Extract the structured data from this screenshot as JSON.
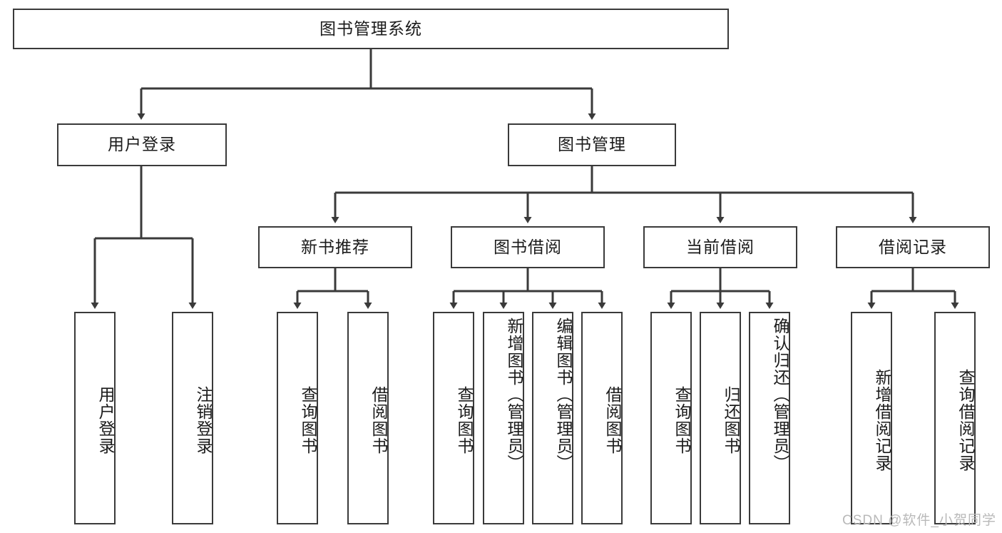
{
  "diagram": {
    "type": "hierarchy-tree",
    "title": "图书管理系统",
    "root": {
      "id": "root",
      "label": "图书管理系统",
      "orientation": "horizontal"
    },
    "level1": [
      {
        "id": "user-login",
        "label": "用户登录",
        "orientation": "horizontal"
      },
      {
        "id": "book-management",
        "label": "图书管理",
        "orientation": "horizontal"
      }
    ],
    "level2": [
      {
        "id": "new-book-recommend",
        "label": "新书推荐",
        "parent": "book-management",
        "orientation": "horizontal"
      },
      {
        "id": "book-borrow",
        "label": "图书借阅",
        "parent": "book-management",
        "orientation": "horizontal"
      },
      {
        "id": "current-borrow",
        "label": "当前借阅",
        "parent": "book-management",
        "orientation": "horizontal"
      },
      {
        "id": "borrow-record",
        "label": "借阅记录",
        "parent": "book-management",
        "orientation": "horizontal"
      }
    ],
    "leaves": [
      {
        "id": "leaf-user-login",
        "label": "用户登录",
        "parent": "user-login",
        "orientation": "vertical"
      },
      {
        "id": "leaf-user-logout",
        "label": "注销登录",
        "parent": "user-login",
        "orientation": "vertical"
      },
      {
        "id": "leaf-query-book-1",
        "label": "查询图书",
        "parent": "new-book-recommend",
        "orientation": "vertical"
      },
      {
        "id": "leaf-borrow-book-1",
        "label": "借阅图书",
        "parent": "new-book-recommend",
        "orientation": "vertical"
      },
      {
        "id": "leaf-query-book-2",
        "label": "查询图书",
        "parent": "book-borrow",
        "orientation": "vertical"
      },
      {
        "id": "leaf-add-book",
        "label": "新增图书（管理员）",
        "parent": "book-borrow",
        "orientation": "vertical"
      },
      {
        "id": "leaf-edit-book",
        "label": "编辑图书（管理员）",
        "parent": "book-borrow",
        "orientation": "vertical"
      },
      {
        "id": "leaf-borrow-book-2",
        "label": "借阅图书",
        "parent": "book-borrow",
        "orientation": "vertical"
      },
      {
        "id": "leaf-query-book-3",
        "label": "查询图书",
        "parent": "current-borrow",
        "orientation": "vertical"
      },
      {
        "id": "leaf-return-book",
        "label": "归还图书",
        "parent": "current-borrow",
        "orientation": "vertical"
      },
      {
        "id": "leaf-confirm-return",
        "label": "确认归还（管理员）",
        "parent": "current-borrow",
        "orientation": "vertical"
      },
      {
        "id": "leaf-add-record",
        "label": "新增借阅记录",
        "parent": "borrow-record",
        "orientation": "vertical"
      },
      {
        "id": "leaf-query-record",
        "label": "查询借阅记录",
        "parent": "borrow-record",
        "orientation": "vertical"
      }
    ],
    "colors": {
      "border": "#3a3a3a",
      "connector": "#3a3a3a",
      "background": "#ffffff",
      "text": "#1b1b1b",
      "watermark": "#b9b9b9"
    }
  },
  "watermark": {
    "text": "CSDN @软件_小贺同学"
  }
}
